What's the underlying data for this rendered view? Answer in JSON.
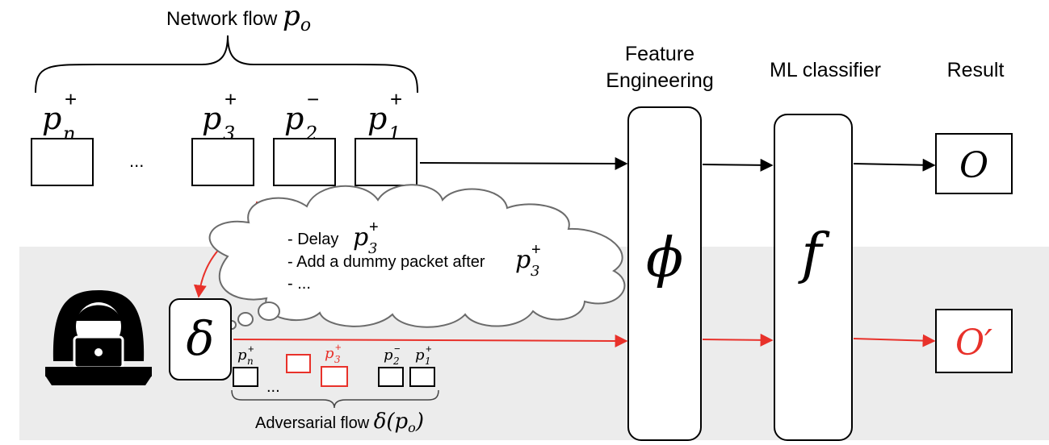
{
  "colors": {
    "black": "#000000",
    "red": "#e8312a",
    "band": "#ececec",
    "cloud_stroke": "#6b6b6b"
  },
  "icons": {
    "attacker": "hooded-hacker-with-laptop-icon"
  },
  "network_flow": {
    "label": "Network flow ",
    "label_math": "p",
    "label_math_sub": "o",
    "packets": [
      {
        "base": "p",
        "sub": "n",
        "sup": "+"
      },
      {
        "base": "p",
        "sub": "3",
        "sup": "+"
      },
      {
        "base": "p",
        "sub": "2",
        "sup": "−"
      },
      {
        "base": "p",
        "sub": "1",
        "sup": "+"
      }
    ],
    "ellipsis": "..."
  },
  "stages": {
    "feature_engineering": {
      "title_line1": "Feature",
      "title_line2": "Engineering",
      "symbol": "ϕ"
    },
    "ml_classifier": {
      "title": "ML classifier",
      "symbol": "f"
    },
    "result": {
      "title": "Result",
      "output": "O",
      "adv_output": "O′"
    }
  },
  "perturbation": {
    "symbol": "δ",
    "thoughts": [
      {
        "text": "- Delay ",
        "math_base": "p",
        "math_sub": "3",
        "math_sup": "+"
      },
      {
        "text": "- Add a dummy packet after ",
        "math_base": "p",
        "math_sub": "3",
        "math_sup": "+"
      },
      {
        "text": "- ...",
        "math_base": "",
        "math_sub": "",
        "math_sup": ""
      }
    ]
  },
  "adversarial_flow": {
    "label": "Adversarial flow ",
    "label_math": "δ(p",
    "label_math_sub": "o",
    "label_math_close": ")",
    "packets": [
      {
        "base": "p",
        "sub": "n",
        "sup": "+"
      },
      {
        "base": "p",
        "sub": "3",
        "sup": "+"
      },
      {
        "base": "p",
        "sub": "2",
        "sup": "−"
      },
      {
        "base": "p",
        "sub": "1",
        "sup": "+"
      }
    ],
    "ellipsis": "..."
  }
}
